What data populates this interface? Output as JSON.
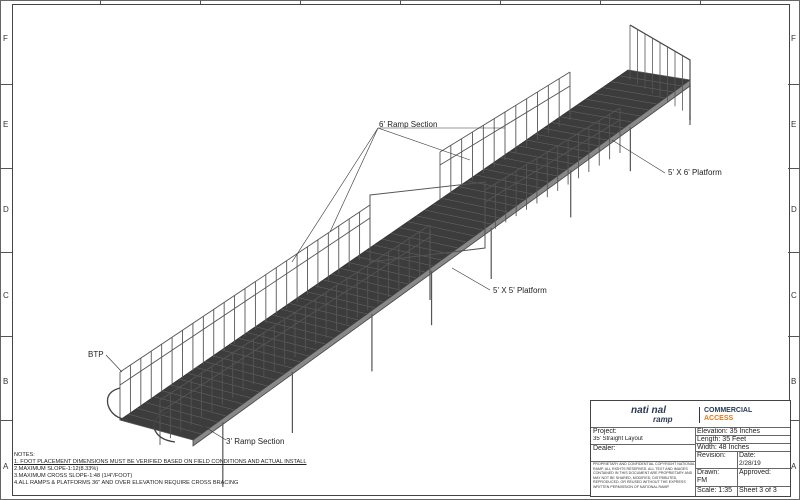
{
  "zones": {
    "rows": [
      "F",
      "E",
      "D",
      "C",
      "B",
      "A"
    ]
  },
  "callouts": {
    "ramp6": "6' Ramp Section",
    "platform6": "5' X 6' Platform",
    "platform5": "5' X 5' Platform",
    "btp": "BTP",
    "ramp3": "3' Ramp Section"
  },
  "notes": {
    "heading": "NOTES:",
    "items": [
      "1. FOOT PLACEMENT DIMENSIONS MUST BE VERIFIED BASED ON FIELD CONDITIONS AND ACTUAL INSTALL",
      "2.MAXIMUM SLOPE-1:12(8.33%)",
      "3.MAXIMUM CROSS SLOPE-1:48 (1/4\"/FOOT)",
      "4.ALL RAMPS & PLATFORMS 36\" AND OVER ELEVATION REQUIRE CROSS BRACING"
    ]
  },
  "title_block": {
    "logo": {
      "national": "nati  nal",
      "ramp": "ramp",
      "commercial": "COMMERCIAL",
      "access": "ACCESS"
    },
    "project_label": "Project:",
    "project_value": "35' Straight Layout",
    "dealer_label": "Dealer:",
    "elevation": "Elevation: 35 Inches",
    "length": "Length: 35 Feet",
    "width": "Width: 48 Inches",
    "revision_label": "Revision:",
    "date_label": "Date:",
    "date_value": "2/28/19",
    "drawn_label": "Drawn:",
    "drawn_value": "FM",
    "approved_label": "Approved:",
    "scale": "Scale: 1:35",
    "sheet": "Sheet 3 of 3",
    "fine_print": "PROPRIETARY AND CONFIDENTIAL COPYRIGHT NATIONAL RAMP. ALL RIGHTS RESERVED. ALL TEXT AND IMAGES CONTAINED IN THIS DOCUMENT ARE PROPRIETARY AND MAY NOT BE SHARED, MODIFIED, DISTRIBUTED, REPRODUCED, OR REUSED WITHOUT THE EXPRESS WRITTEN PERMISSION OF NATIONAL RAMP."
  }
}
